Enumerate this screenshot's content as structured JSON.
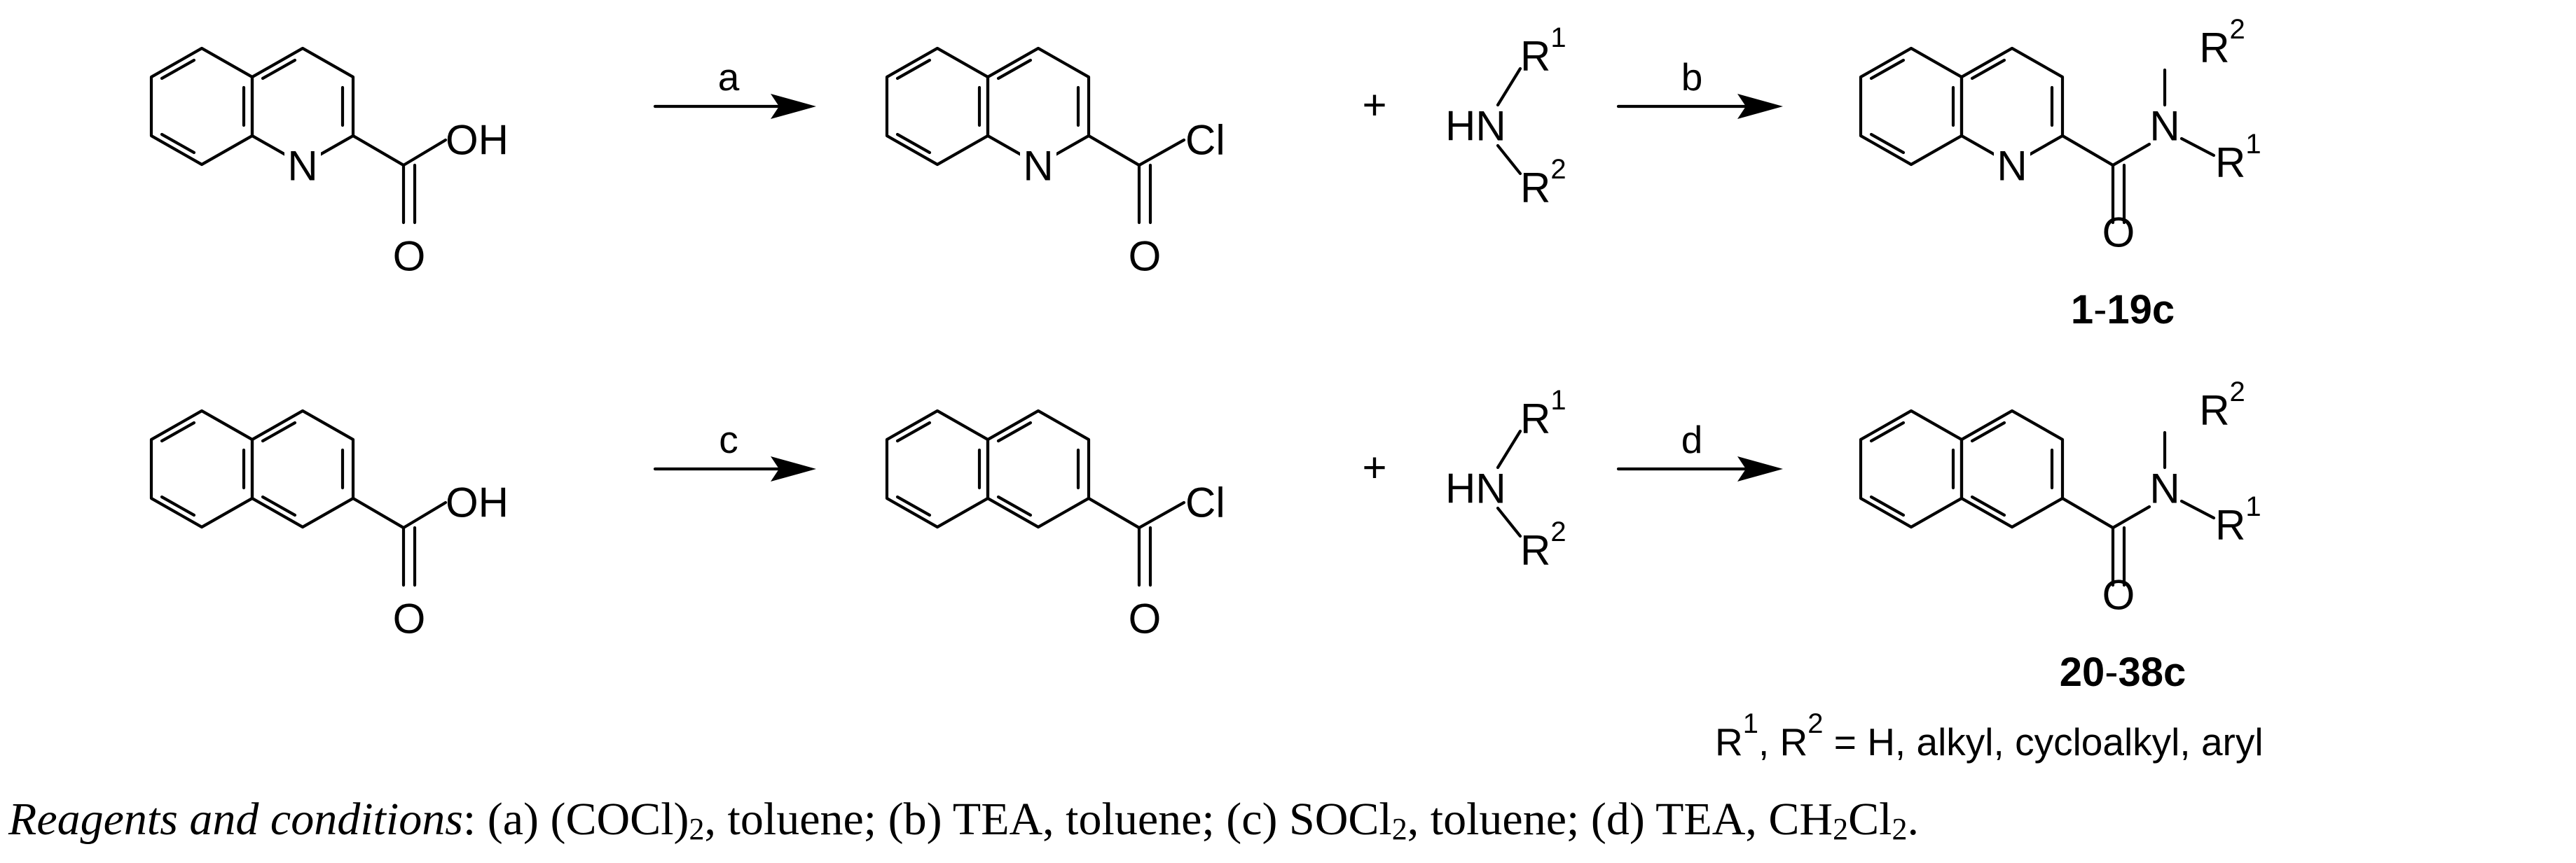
{
  "atoms": {
    "N": "N",
    "OH": "OH",
    "O": "O",
    "Cl": "Cl",
    "HN": "HN",
    "R": "R",
    "one": "1",
    "two": "2",
    "plus": "+"
  },
  "arrows": {
    "a": "a",
    "b": "b",
    "c": "c",
    "d": "d"
  },
  "compounds": {
    "row1_hyphen": "-",
    "row1_start": "1",
    "row1_end": "19c",
    "row2_start": "20",
    "row2_end": "38c"
  },
  "r_definition": {
    "r1": "R",
    "r1_sup": "1",
    "sep": ", R",
    "r2_sup": "2",
    "rest": " = H, alkyl, cycloalkyl, aryl"
  },
  "footer": {
    "label": "Reagents and conditions",
    "t1": ": (a) (COCl)",
    "s1": "2",
    "t2": ", toluene; (b) TEA, toluene; (c) SOCl",
    "s2": "2",
    "t3": ", toluene; (d) TEA, CH",
    "s3": "2",
    "t4": "Cl",
    "s4": "2",
    "t5": "."
  }
}
